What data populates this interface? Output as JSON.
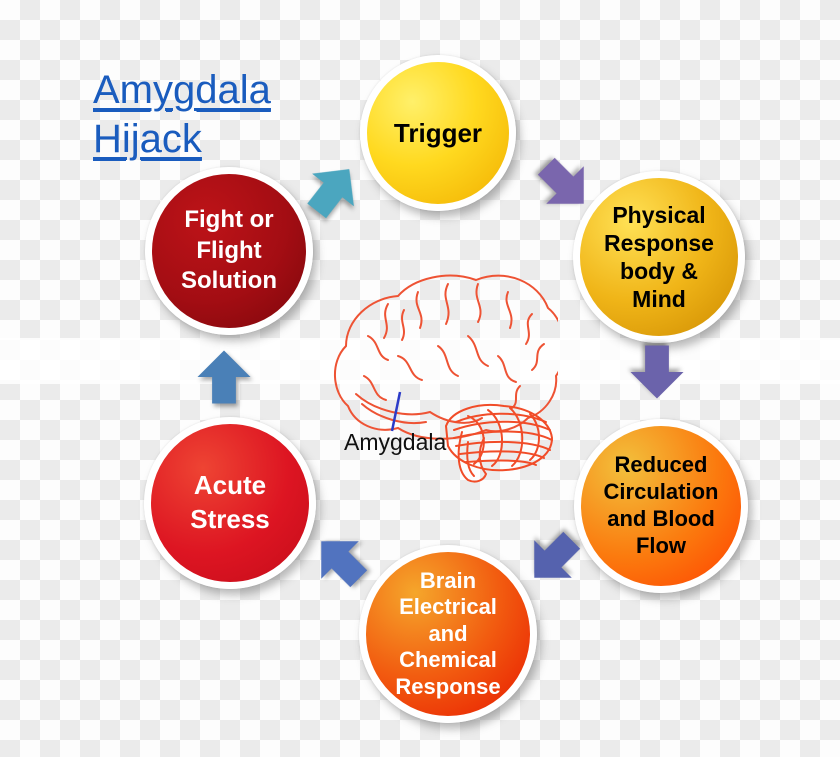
{
  "title": {
    "line1": "Amygdala",
    "line2": "Hijack",
    "color": "#1a5cbe"
  },
  "diagram": {
    "type": "cycle",
    "nodes": [
      {
        "id": "trigger",
        "label": "Trigger",
        "text_color": "#000000",
        "fill_gradient": [
          "#fff06a",
          "#f1ae00"
        ]
      },
      {
        "id": "physical-response",
        "label": "Physical\nResponse\nbody &\nMind",
        "text_color": "#000000",
        "fill_gradient": [
          "#ffe155",
          "#cd8a00"
        ]
      },
      {
        "id": "reduced-circulation",
        "label": "Reduced\nCirculation\nand Blood\nFlow",
        "text_color": "#000000",
        "fill_gradient": [
          "#f2c03c",
          "#ff4000"
        ]
      },
      {
        "id": "brain-response",
        "label": "Brain\nElectrical\nand\nChemical\nResponse",
        "text_color": "#ffffff",
        "fill_gradient": [
          "#f5a62b",
          "#e81800"
        ]
      },
      {
        "id": "acute-stress",
        "label": "Acute\nStress",
        "text_color": "#ffffff",
        "fill_gradient": [
          "#ee4433",
          "#c40c1a"
        ]
      },
      {
        "id": "fight-or-flight",
        "label": "Fight or\nFlight\nSolution",
        "text_color": "#ffffff",
        "fill_gradient": [
          "#bd1318",
          "#7c070b"
        ]
      }
    ],
    "arrows": [
      {
        "id": "arrow-fight-to-trigger",
        "direction": "up-right",
        "color": "#4ba6bf"
      },
      {
        "id": "arrow-trigger-to-physical",
        "direction": "down-right",
        "color": "#7a66ad"
      },
      {
        "id": "arrow-physical-to-reduced",
        "direction": "down",
        "color": "#6b63ab"
      },
      {
        "id": "arrow-reduced-to-brain",
        "direction": "down-left",
        "color": "#5562ae"
      },
      {
        "id": "arrow-brain-to-acute",
        "direction": "up-left",
        "color": "#5173bf"
      },
      {
        "id": "arrow-acute-to-fight",
        "direction": "up",
        "color": "#4a80b7"
      }
    ],
    "center": {
      "label": "Amygdala",
      "brain_outline_color": "#ee5334",
      "pointer_color": "#2b3bc8"
    }
  }
}
